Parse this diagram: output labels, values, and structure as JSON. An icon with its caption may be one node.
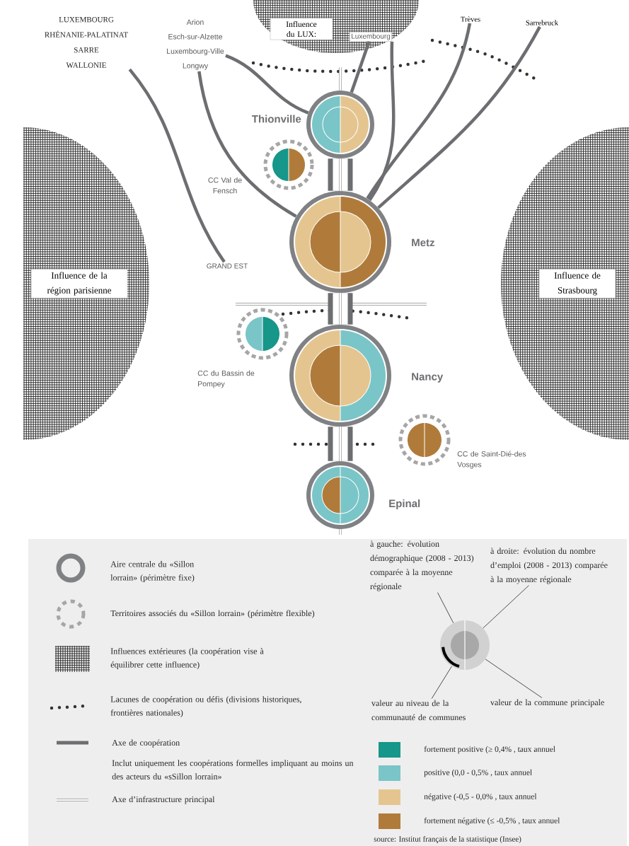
{
  "diagram": {
    "nodes": [
      {
        "text": [
          "LUXEMBOURG",
          "RHÉNANIE-PALATINAT",
          "SARRE",
          "WALLONIE"
        ]
      },
      {
        "text": [
          "Arion",
          "Esch-sur-Alzette",
          "Luxembourg-Ville",
          "Longwy"
        ]
      },
      {
        "text": [
          "Influence du LUX:"
        ]
      },
      {
        "text": [
          "Luxembourg"
        ],
        "in": 2
      },
      {
        "text": [
          "Trèves"
        ]
      },
      {
        "text": [
          "Sarrebruck"
        ]
      },
      {
        "text": [
          "Thionville"
        ]
      },
      {
        "text": [
          "CC Val de Fensch"
        ]
      },
      {
        "text": [
          "Metz"
        ]
      },
      {
        "text": [
          "GRAND EST"
        ]
      },
      {
        "text": [
          "Influence de la région parisienne"
        ]
      },
      {
        "text": [
          "Influence de Strasbourg"
        ]
      },
      {
        "text": [
          "CC du Bassin de Pompey"
        ]
      },
      {
        "text": [
          "Nancy"
        ]
      },
      {
        "text": [
          "CC de Saint-Dié-des Vosges"
        ]
      },
      {
        "text": [
          "Epinal"
        ]
      },
      {
        "text": [
          "à gauche: évolution démographique (2008 - 2013) comparée à la moyenne régionale"
        ]
      },
      {
        "text": [
          "à droite: évolution du nombre d’emploi (2008 - 2013) comparée à la moyenne régionale"
        ]
      },
      {
        "text": [],
        "shape": "circle"
      },
      {
        "text": [
          "valeur au niveau de la communauté de communes"
        ]
      },
      {
        "text": [
          "valeur de la commune principale"
        ]
      }
    ],
    "edges": [
      {
        "from": 0,
        "to": 9,
        "arrow": "none"
      },
      {
        "from": 1,
        "to": 6,
        "arrow": "none"
      },
      {
        "from": 1,
        "to": 8,
        "arrow": "none"
      },
      {
        "from": 3,
        "to": 6,
        "arrow": "none"
      },
      {
        "from": 3,
        "to": 8,
        "arrow": "none"
      },
      {
        "from": 4,
        "to": 8,
        "arrow": "none"
      },
      {
        "from": 5,
        "to": 8,
        "arrow": "none"
      },
      {
        "from": 6,
        "to": 8,
        "arrow": "none",
        "style": "thick"
      },
      {
        "from": 8,
        "to": 13,
        "arrow": "none",
        "style": "thick"
      },
      {
        "from": 13,
        "to": 15,
        "arrow": "none",
        "style": "thick"
      },
      {
        "from": 16,
        "to": 18,
        "arrow": "none",
        "color": "#3c3c3c"
      },
      {
        "from": 17,
        "to": 18,
        "arrow": "none",
        "color": "#3c3c3c"
      },
      {
        "from": 19,
        "to": 18,
        "arrow": "none",
        "color": "#3c3c3c"
      },
      {
        "from": 20,
        "to": 18,
        "arrow": "none",
        "color": "#3c3c3c"
      }
    ],
    "labels": [
      "Inclut uniquement les coopérations formelles impliquant au moins un des acteurs du «sSillon lorrain»",
      "source: Institut français de la statistique (Insee)"
    ],
    "legend": [
      {
        "text": "Aire centrale du «Sillon lorrain» (périmètre fixe)"
      },
      {
        "text": "Territoires associés du «Sillon lorrain» (périmètre flexible)"
      },
      {
        "text": "Influences extérieures (la coopération vise à équilibrer cette influence)"
      },
      {
        "text": "Lacunes de coopération ou défis (divisions historiques, frontières nationales)"
      },
      {
        "text": "Axe de coopération"
      },
      {
        "text": "Axe d’infrastructure principal"
      },
      {
        "text": "fortement positive (≥ 0,4% , taux annuel",
        "color": "#17968a"
      },
      {
        "text": "positive (0,0 - 0,5% , taux annuel",
        "color": "#7ac5c8"
      },
      {
        "text": "négative (-0,5 - 0,0% , taux annuel",
        "color": "#e5c58f"
      },
      {
        "text": "fortement négative (≤ -0,5% , taux annuel",
        "color": "#b07b3a"
      }
    ]
  }
}
